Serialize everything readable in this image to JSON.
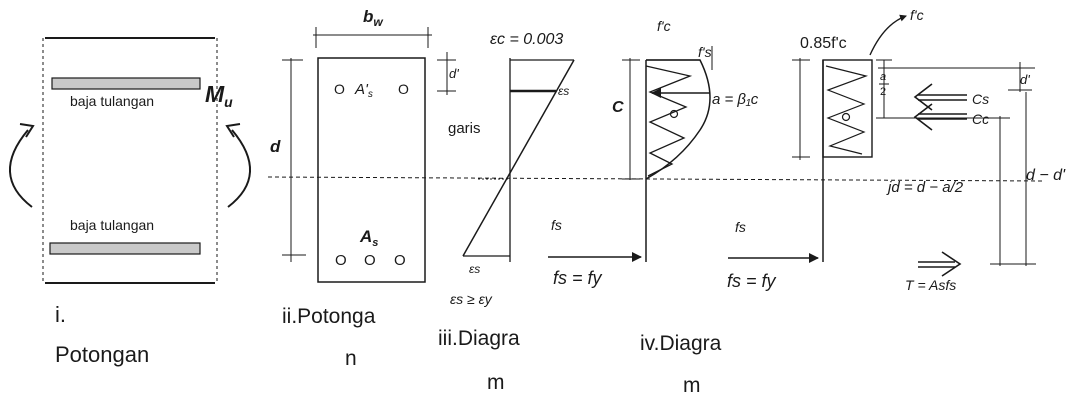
{
  "colors": {
    "ink": "#1a1a1a",
    "rebar_fill": "#c9c9c9",
    "background": "#ffffff"
  },
  "panel1": {
    "caption_line1": "i.",
    "caption_line2": "Potongan",
    "rebar_top_label": "baja tulangan",
    "rebar_bottom_label": "baja tulangan",
    "moment_label": "M",
    "moment_sub": "u"
  },
  "panel2": {
    "caption_line1": "ii.Potonga",
    "caption_line2": "n",
    "width_label": "b",
    "width_sub": "w",
    "depth_label": "d",
    "dprime_label": "d'",
    "top_steel_label": "A'",
    "top_steel_sub": "s",
    "bottom_steel_label": "A",
    "bottom_steel_sub": "s",
    "top_bar_marks": [
      "O",
      "O"
    ],
    "bottom_bar_marks": [
      "O",
      "O",
      "O"
    ]
  },
  "panel3": {
    "caption_line1": "iii.Diagra",
    "caption_line2": "m",
    "strain_top": "εc = 0.003",
    "strain_mid": "εs",
    "strain_bottom": "εs",
    "neutral_label": "garis",
    "yield_condition": "εs ≥ εy"
  },
  "panel4": {
    "caption_line1": "iv.Diagra",
    "caption_line2": "m",
    "fc_label": "f'c",
    "fs_top_label": "f's",
    "c_label": "C",
    "a_label": "a = β₁c",
    "fs_label": "fs",
    "fs_eq_fy": "fs = fy"
  },
  "panel5": {
    "stress_block_label": "0.85f'c",
    "fc_curve_label": "f'c",
    "a_half_top": "a",
    "a_half_bottom": "2",
    "dprime_label": "d'",
    "force_cs": "Cs",
    "force_cc": "Cc",
    "lever_arm": "jd = d − a/2",
    "d_minus_dprime": "d − d'",
    "fs_label": "fs",
    "fs_eq_fy": "fs = fy",
    "tension": "T = Asfs"
  }
}
